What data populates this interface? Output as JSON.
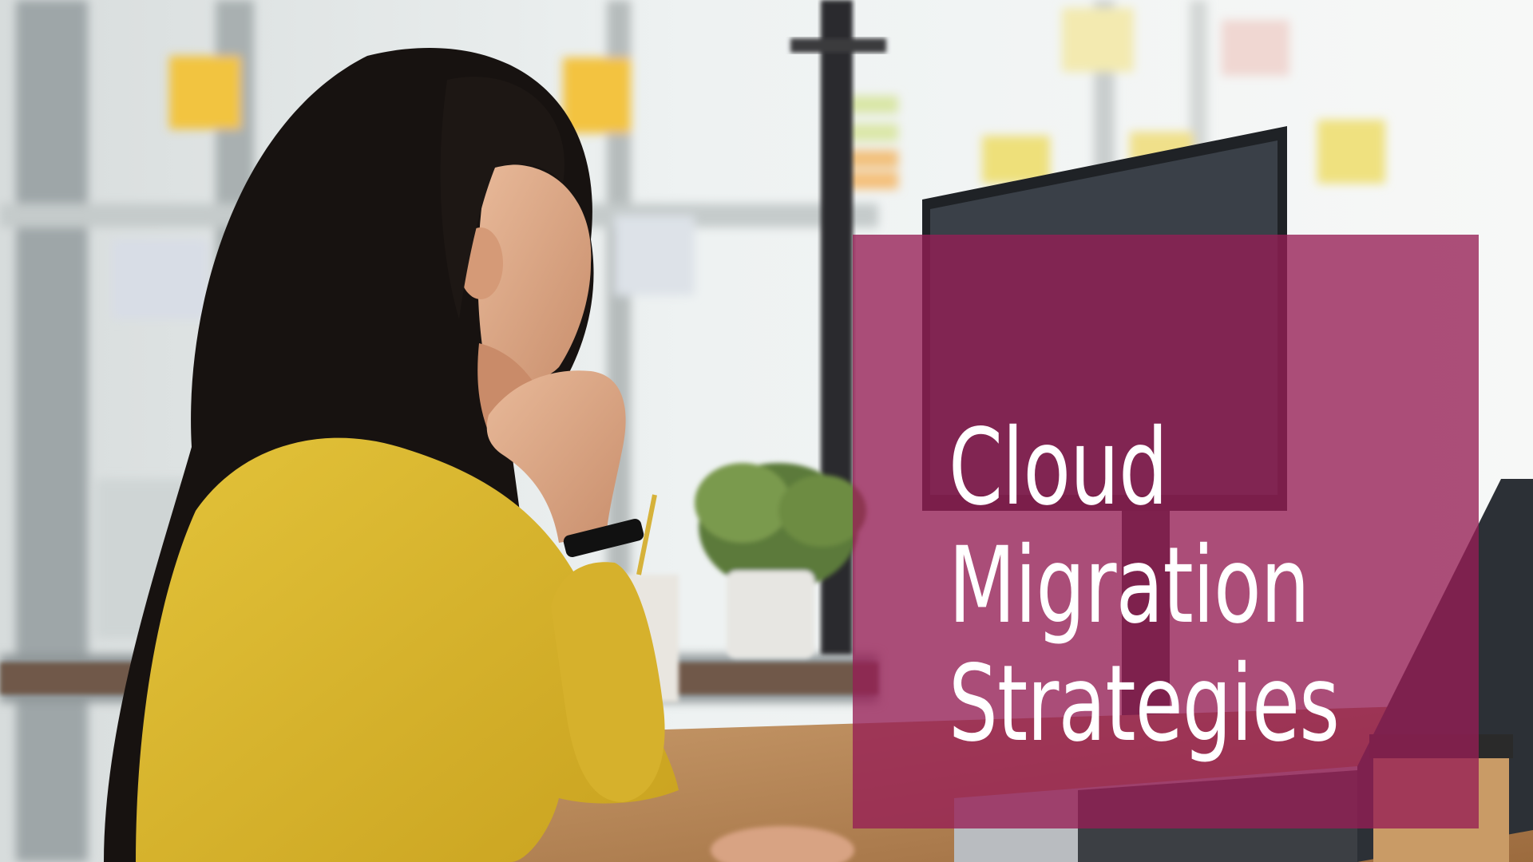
{
  "slide": {
    "title_lines": [
      "Cloud",
      "Migration",
      "Strategies"
    ],
    "panel_color": "#A33A6C"
  },
  "photo": {
    "subject": "woman-in-yellow-sweater-at-computer",
    "colors": {
      "sweater": "#d9b82a",
      "hair": "#151110",
      "window": "#e9eeee",
      "desk": "#b98452"
    }
  }
}
